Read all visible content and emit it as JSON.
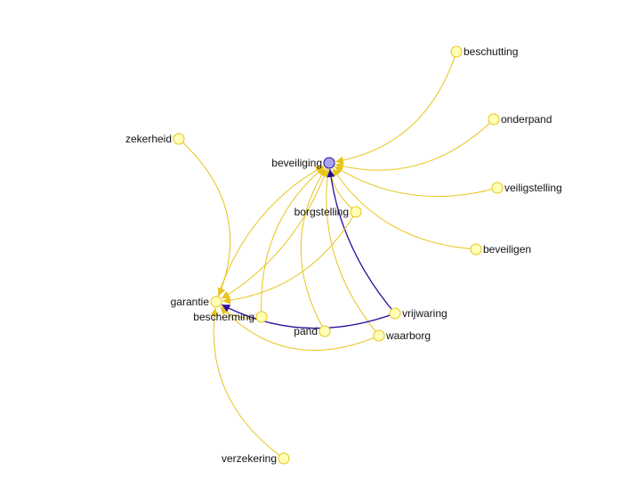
{
  "graph": {
    "colors": {
      "edge_default": "#E8C41A",
      "edge_highlight": "#2A0C9A",
      "node_fill": "#FFFFB8",
      "node_stroke": "#E8C41A",
      "center_fill": "#A9A4EE",
      "center_stroke": "#2A0C9A",
      "label": "#111111"
    },
    "nodes": [
      {
        "id": "beveiliging",
        "label": "beveiliging",
        "center": true
      },
      {
        "id": "beschutting",
        "label": "beschutting"
      },
      {
        "id": "onderpand",
        "label": "onderpand"
      },
      {
        "id": "zekerheid",
        "label": "zekerheid"
      },
      {
        "id": "veiligstelling",
        "label": "veiligstelling"
      },
      {
        "id": "borgstelling",
        "label": "borgstelling"
      },
      {
        "id": "beveiligen",
        "label": "beveiligen"
      },
      {
        "id": "garantie",
        "label": "garantie"
      },
      {
        "id": "bescherming",
        "label": "bescherming"
      },
      {
        "id": "vrijwaring",
        "label": "vrijwaring"
      },
      {
        "id": "pand",
        "label": "pand"
      },
      {
        "id": "waarborg",
        "label": "waarborg"
      },
      {
        "id": "verzekering",
        "label": "verzekering"
      }
    ],
    "edges": [
      {
        "from": "beschutting",
        "to": "beveiliging"
      },
      {
        "from": "onderpand",
        "to": "beveiliging"
      },
      {
        "from": "veiligstelling",
        "to": "beveiliging"
      },
      {
        "from": "beveiligen",
        "to": "beveiliging"
      },
      {
        "from": "borgstelling",
        "to": "beveiliging"
      },
      {
        "from": "bescherming",
        "to": "beveiliging"
      },
      {
        "from": "pand",
        "to": "beveiliging"
      },
      {
        "from": "waarborg",
        "to": "beveiliging"
      },
      {
        "from": "vrijwaring",
        "to": "beveiliging",
        "highlight": true
      },
      {
        "from": "garantie",
        "to": "beveiliging"
      },
      {
        "from": "beveiliging",
        "to": "garantie"
      },
      {
        "from": "zekerheid",
        "to": "garantie"
      },
      {
        "from": "borgstelling",
        "to": "garantie"
      },
      {
        "from": "bescherming",
        "to": "garantie"
      },
      {
        "from": "waarborg",
        "to": "garantie"
      },
      {
        "from": "vrijwaring",
        "to": "garantie",
        "highlight": true
      },
      {
        "from": "verzekering",
        "to": "garantie"
      }
    ]
  }
}
